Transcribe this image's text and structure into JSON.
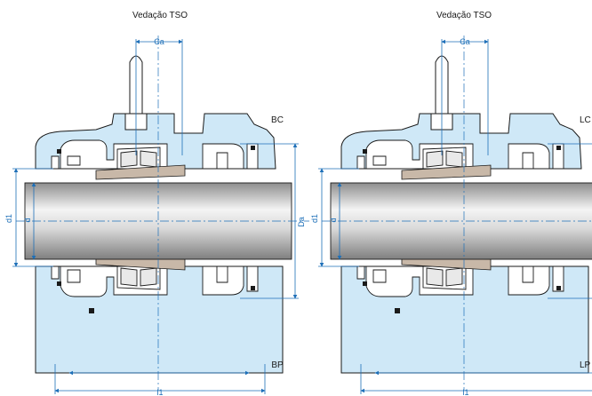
{
  "figure": {
    "colors": {
      "housing_fill": "#cfe8f7",
      "outline": "#1a1a1a",
      "dimension": "#1d6fb8",
      "shaft_light": "#f2f2f2",
      "shaft_dark": "#9a9a9a",
      "sleeve": "#c8b8a8"
    },
    "left": {
      "seal_title": "Vedação TSO",
      "upper_variant": "BC",
      "lower_variant": "BP",
      "dim_ca": "Ca",
      "dim_d1": "d1",
      "dim_d": "d",
      "dim_da": "Da",
      "dim_l1": "l1"
    },
    "right": {
      "seal_title": "Vedação TSO",
      "upper_variant": "LC",
      "lower_variant": "LP",
      "dim_ca": "Ca",
      "dim_d1": "d1",
      "dim_d": "d",
      "dim_l1": "l1"
    }
  }
}
